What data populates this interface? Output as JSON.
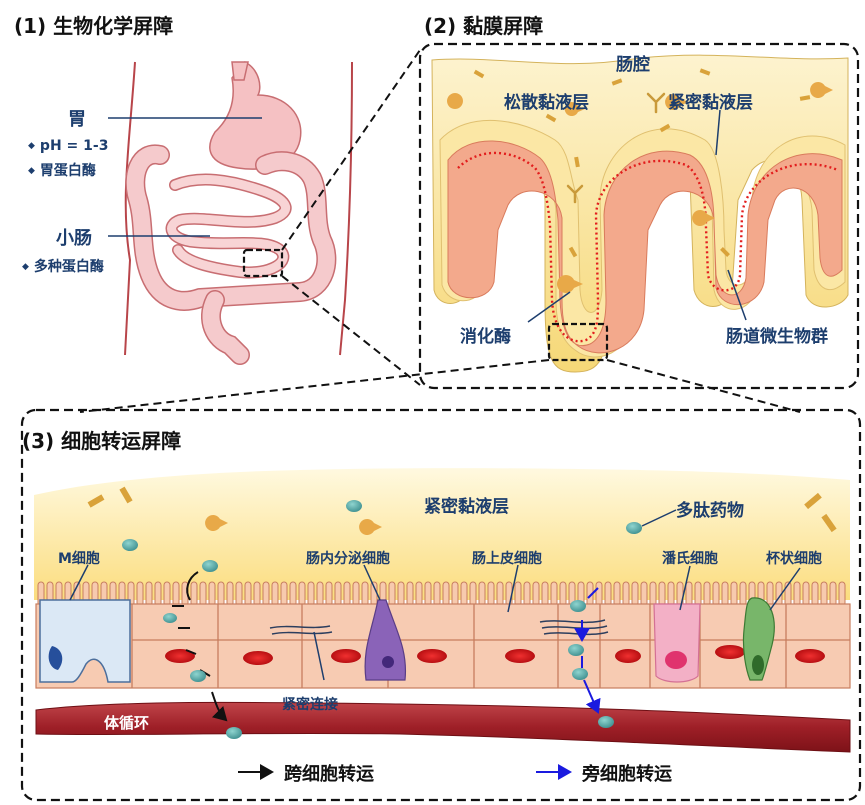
{
  "section1": {
    "title": "(1) 生物化学屏障",
    "stomach_label": "胃",
    "stomach_bullets": [
      "pH = 1-3",
      "胃蛋白酶"
    ],
    "intestine_label": "小肠",
    "intestine_bullets": [
      "多种蛋白酶"
    ]
  },
  "section2": {
    "title": "(2) 黏膜屏障",
    "lumen": "肠腔",
    "loose_mucus": "松散黏液层",
    "dense_mucus": "紧密黏液层",
    "enzyme": "消化酶",
    "microbiota": "肠道微生物群"
  },
  "section3": {
    "title": "(3) 细胞转运屏障",
    "dense_mucus": "紧密黏液层",
    "peptide": "多肽药物",
    "m_cell": "M细胞",
    "enteroendocrine": "肠内分泌细胞",
    "epithelial": "肠上皮细胞",
    "paneth": "潘氏细胞",
    "goblet": "杯状细胞",
    "tight_junction": "紧密连接",
    "circulation": "体循环"
  },
  "legend": {
    "transcellular": "跨细胞转运",
    "paracellular": "旁细胞转运",
    "transcellular_color": "#111111",
    "paracellular_color": "#1a1adf"
  },
  "colors": {
    "text_blue": "#1d3e6e",
    "mucus_yellow": "#fbe9a4",
    "epithelium": "#f7c9b1",
    "blood_red": "#a42129",
    "bead_teal": "#4ba0a0"
  }
}
